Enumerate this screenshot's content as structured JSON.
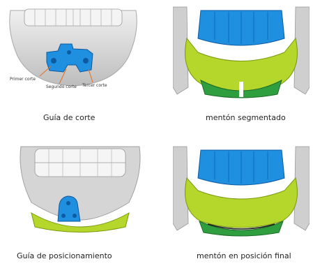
{
  "figure": {
    "panels": [
      {
        "caption": "Guía de corte",
        "annotations": [
          "Primer corte",
          "Segundo corte",
          "Tercer corte"
        ]
      },
      {
        "caption": "mentón segmentado"
      },
      {
        "caption": "Guía de posicionamiento"
      },
      {
        "caption": "mentón en posición final"
      }
    ]
  },
  "colors": {
    "bone": "#d9d9d9",
    "teeth": "#f2f2f2",
    "guide_blue": "#1f8fe0",
    "chin_green": "#b5d62a",
    "dark_green": "#2e9e3e",
    "arrow_orange": "#e07020"
  }
}
